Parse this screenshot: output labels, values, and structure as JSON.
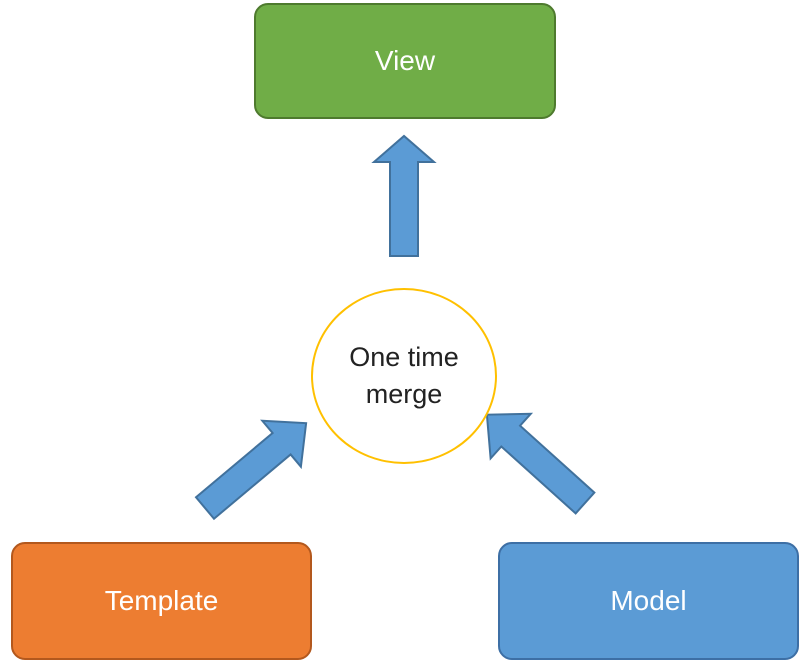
{
  "diagram": {
    "view": {
      "label": "View",
      "color": "#70ad47"
    },
    "template": {
      "label": "Template",
      "color": "#ed7d31"
    },
    "model": {
      "label": "Model",
      "color": "#5b9bd5"
    },
    "merge": {
      "label": "One time merge",
      "border_color": "#ffc000"
    },
    "arrows": [
      {
        "from": "merge",
        "to": "view"
      },
      {
        "from": "template",
        "to": "merge"
      },
      {
        "from": "model",
        "to": "merge"
      }
    ],
    "arrow_color": "#5b9bd5"
  }
}
